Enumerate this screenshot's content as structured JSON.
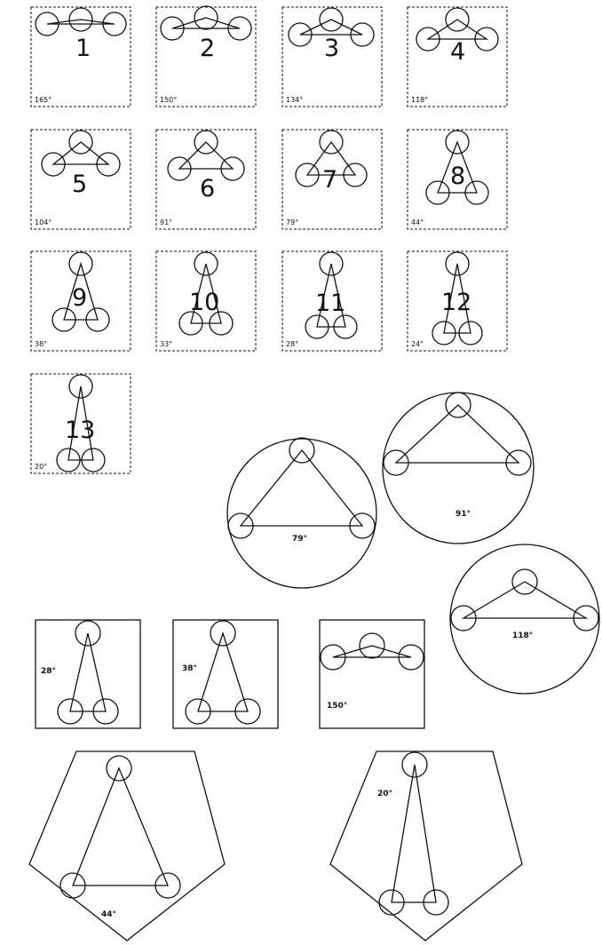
{
  "grid": [
    {
      "number": "1",
      "angle": "165°"
    },
    {
      "number": "2",
      "angle": "150°"
    },
    {
      "number": "3",
      "angle": "134°"
    },
    {
      "number": "4",
      "angle": "118°"
    },
    {
      "number": "5",
      "angle": "104°"
    },
    {
      "number": "6",
      "angle": "91°"
    },
    {
      "number": "7",
      "angle": "79°"
    },
    {
      "number": "8",
      "angle": "44°"
    },
    {
      "number": "9",
      "angle": "38°"
    },
    {
      "number": "10",
      "angle": "33°"
    },
    {
      "number": "11",
      "angle": "28°"
    },
    {
      "number": "12",
      "angle": "24°"
    },
    {
      "number": "13",
      "angle": "20°"
    }
  ],
  "circles": [
    {
      "angle": "79°"
    },
    {
      "angle": "91°"
    },
    {
      "angle": "118°"
    }
  ],
  "squares": [
    {
      "angle": "28°"
    },
    {
      "angle": "38°"
    },
    {
      "angle": "150°"
    }
  ],
  "pentagons": [
    {
      "angle": "44°"
    },
    {
      "angle": "20°"
    }
  ]
}
